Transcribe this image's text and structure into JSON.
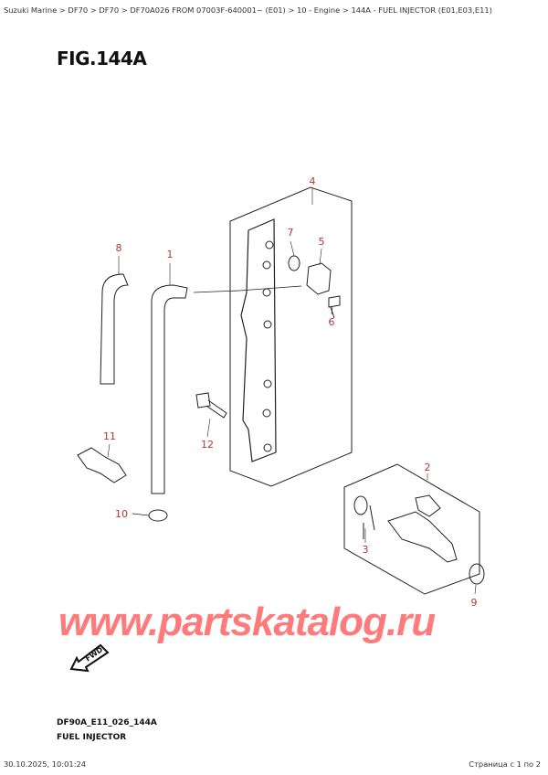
{
  "breadcrumb": "Suzuki Marine > DF70 > DF70 > DF70A026 FROM 07003F-640001~ (E01) > 10 - Engine > 144A - FUEL INJECTOR (E01,E03,E11)",
  "figure_title": "FIG.144A",
  "callouts": [
    "4",
    "8",
    "1",
    "7",
    "5",
    "6",
    "12",
    "11",
    "10",
    "2",
    "3",
    "9"
  ],
  "watermark": "www.partskatalog.ru",
  "fwd_label": "FWD",
  "drawing_code": "DF90A_E11_026_144A",
  "drawing_name": "FUEL INJECTOR",
  "footer": {
    "timestamp": "30.10.2025, 10:01:24",
    "page": "Страница с 1 по 2"
  },
  "colors": {
    "callout": "#b03a2e",
    "watermark": "#ff7b7b"
  }
}
